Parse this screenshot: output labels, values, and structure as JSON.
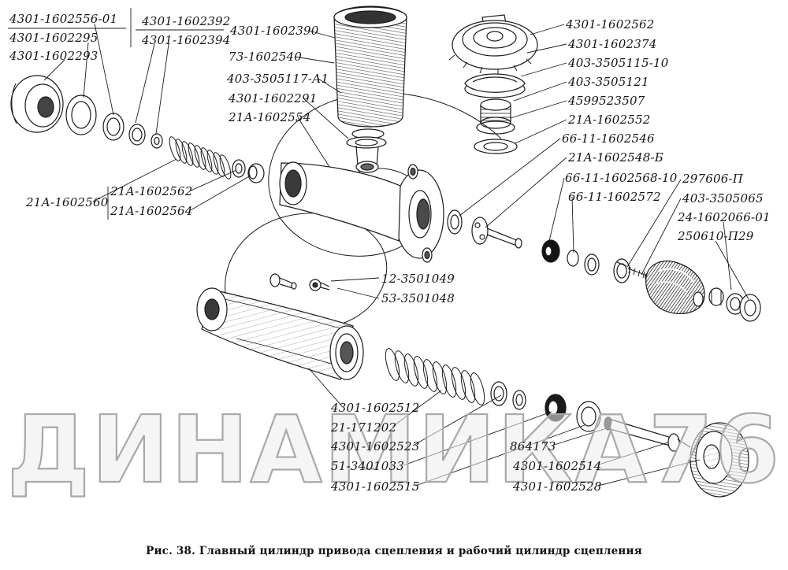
{
  "figure": {
    "caption": "Рис. 38. Главный цилиндр привода сцепления и рабочий цилиндр сцепления",
    "watermark": "ДИНАМИКА76"
  },
  "labels": [
    "4301-1602556-01",
    "4301-1602295",
    "4301-1602293",
    "4301-1602392",
    "4301-1602394",
    "4301-1602390",
    "73-1602540",
    "403-3505117-А1",
    "4301-1602291",
    "21А-1602554",
    "4301-1602562",
    "4301-1602374",
    "403-3505115-10",
    "403-3505121",
    "4599523507",
    "21А-1602552",
    "66-11-1602546",
    "21А-1602548-Б",
    "66-11-1602568-10",
    "66-11-1602572",
    "297606-П",
    "403-3505065",
    "24-1602066-01",
    "250610-П29",
    "21А-1602560",
    "21А-1602562",
    "21А-1602564",
    "12-3501049",
    "53-3501048",
    "4301-1602512",
    "21-171202",
    "4301-1602523",
    "51-3401033",
    "4301-1602515",
    "864173",
    "4301-1602514",
    "4301-1602528"
  ]
}
